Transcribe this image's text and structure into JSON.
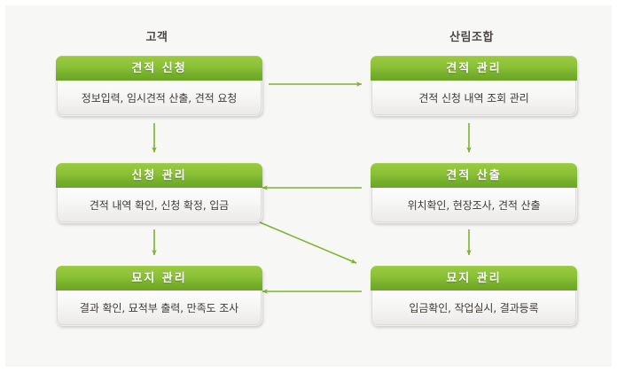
{
  "diagram": {
    "type": "flow",
    "columns": [
      {
        "id": "customer",
        "heading": "고객"
      },
      {
        "id": "organization",
        "heading": "산림조합"
      }
    ],
    "accent_color": "#7fb233",
    "header_gradient_top": "#9ac93d",
    "header_gradient_bottom": "#6ba526",
    "body_color": "#f4f3f1",
    "text_color": "#3f3b37",
    "canvas_color": "#f7f7f6",
    "nodes": [
      {
        "id": "quote-request",
        "column": "customer",
        "row": 1,
        "title": "견적 신청",
        "description": "정보입력, 임시견적 산출, 견적 요청"
      },
      {
        "id": "quote-manage",
        "column": "organization",
        "row": 1,
        "title": "견적 관리",
        "description": "견적 신청 내역 조회 관리"
      },
      {
        "id": "request-manage",
        "column": "customer",
        "row": 2,
        "title": "신청 관리",
        "description": "견적 내역 확인, 신청 확정, 입금"
      },
      {
        "id": "quote-calc",
        "column": "organization",
        "row": 2,
        "title": "견적 산출",
        "description": "위치확인, 현장조사, 견적 산출"
      },
      {
        "id": "grave-manage-customer",
        "column": "customer",
        "row": 3,
        "title": "묘지 관리",
        "description": "결과 확인, 묘적부 출력, 만족도 조사"
      },
      {
        "id": "grave-manage-org",
        "column": "organization",
        "row": 3,
        "title": "묘지 관리",
        "description": "입금확인, 작업실시, 결과등록"
      }
    ],
    "connections": [
      {
        "id": "c1",
        "from": "quote-request",
        "to": "quote-manage",
        "direction": "right"
      },
      {
        "id": "c2",
        "from": "quote-request",
        "to": "request-manage",
        "direction": "down"
      },
      {
        "id": "c3",
        "from": "quote-manage",
        "to": "quote-calc",
        "direction": "down"
      },
      {
        "id": "c4",
        "from": "quote-calc",
        "to": "request-manage",
        "direction": "left"
      },
      {
        "id": "c5",
        "from": "request-manage",
        "to": "grave-manage-customer",
        "direction": "down"
      },
      {
        "id": "c6",
        "from": "request-manage",
        "to": "grave-manage-org",
        "direction": "diagonal-down-right"
      },
      {
        "id": "c7",
        "from": "quote-calc",
        "to": "grave-manage-org",
        "direction": "down"
      },
      {
        "id": "c8",
        "from": "grave-manage-org",
        "to": "grave-manage-customer",
        "direction": "left"
      }
    ]
  }
}
